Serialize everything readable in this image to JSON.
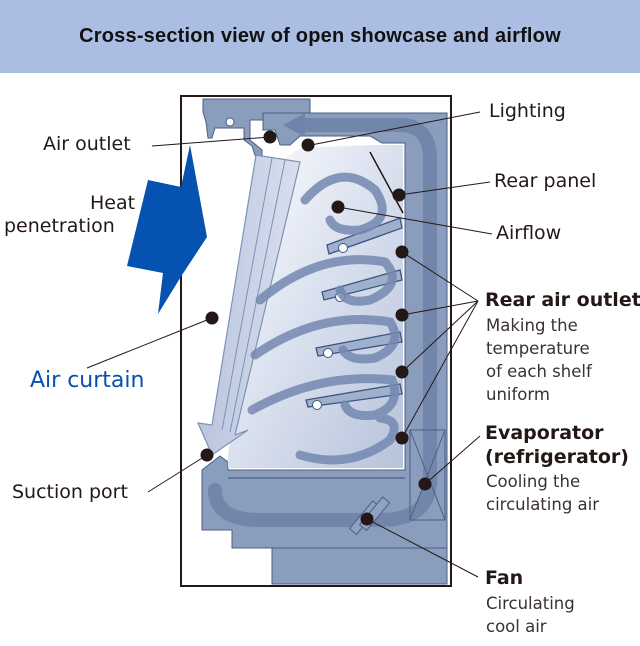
{
  "header": {
    "title": "Cross-section view of open showcase and airflow"
  },
  "colors": {
    "header_bg": "#abbde2",
    "cabinet_fill": "#8a9dbd",
    "duct_dark": "#6f84aa",
    "air_curtain": "#c9d2e6",
    "heat_arrow": "#0552b0",
    "label_text": "#231815",
    "air_curtain_label": "#0550b0",
    "marker_dot": "#231815"
  },
  "labels": {
    "air_outlet": "Air outlet",
    "heat_penetration_line1": "Heat",
    "heat_penetration_line2": "penetration",
    "air_curtain": "Air curtain",
    "suction_port": "Suction port",
    "lighting": "Lighting",
    "rear_panel": "Rear panel",
    "airflow": "Airflow",
    "rear_air_outlet": {
      "title": "Rear air outlet",
      "desc_line1": "Making the",
      "desc_line2": "temperature",
      "desc_line3": "of each shelf",
      "desc_line4": "uniform"
    },
    "evaporator": {
      "title_line1": "Evaporator",
      "title_line2": "(refrigerator)",
      "desc_line1": "Cooling the",
      "desc_line2": "circulating air"
    },
    "fan": {
      "title": "Fan",
      "desc_line1": "Circulating",
      "desc_line2": "cool air"
    }
  },
  "icons": {
    "heat_arrow": "heat-penetration-arrow-icon",
    "marker": "callout-dot-icon"
  }
}
